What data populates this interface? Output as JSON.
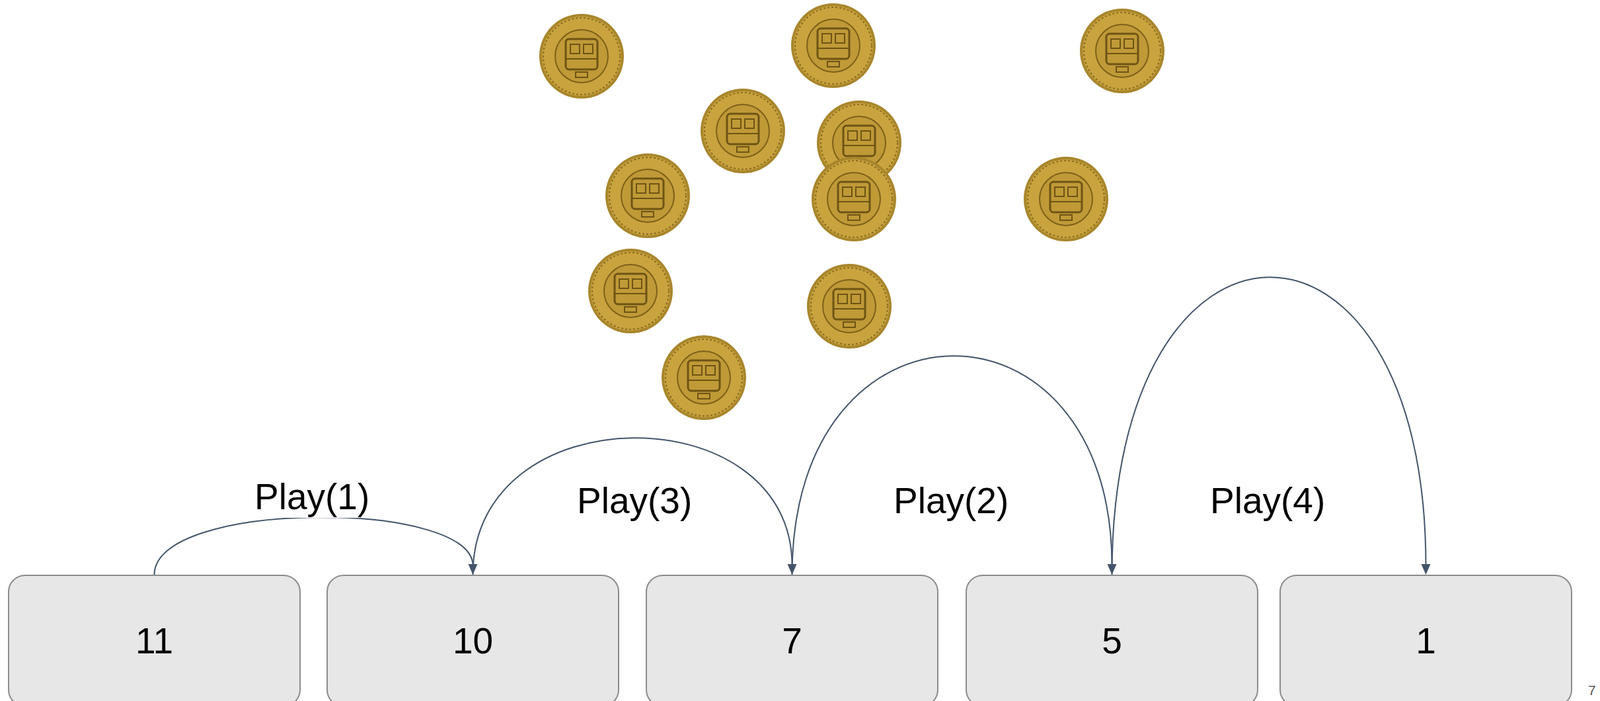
{
  "diagram": {
    "nodes": [
      {
        "text": [
          "11"
        ]
      },
      {
        "text": [
          "10"
        ]
      },
      {
        "text": [
          "7"
        ]
      },
      {
        "text": [
          "5"
        ]
      },
      {
        "text": [
          "1"
        ]
      }
    ],
    "edges": [
      {
        "from": 0,
        "to": 1,
        "arrow": "to",
        "label": "Play(1)"
      },
      {
        "from": 1,
        "to": 2,
        "arrow": "to",
        "label": "Play(3)"
      },
      {
        "from": 2,
        "to": 3,
        "arrow": "to",
        "label": "Play(2)"
      },
      {
        "from": 3,
        "to": 4,
        "arrow": "to",
        "label": "Play(4)"
      }
    ],
    "labels": [
      "7"
    ]
  }
}
